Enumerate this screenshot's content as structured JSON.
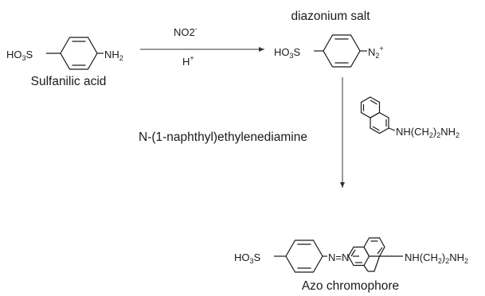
{
  "reaction": {
    "reactant": {
      "name": "Sulfanilic acid",
      "left_group": {
        "main": "HO",
        "sub": "3",
        "tail": "S"
      },
      "right_group": {
        "main": "NH",
        "sub": "2"
      }
    },
    "step1": {
      "reagent_top": "NO2",
      "reagent_top_charge": "-",
      "reagent_bottom": "H",
      "reagent_bottom_charge": "+"
    },
    "intermediate": {
      "name": "diazonium salt",
      "left_group": {
        "main": "HO",
        "sub": "3",
        "tail": "S"
      },
      "right_group": {
        "main": "N",
        "sub": "2",
        "charge": "+"
      }
    },
    "step2": {
      "reagent_name": "N-(1-naphthyl)ethylenediamine",
      "reagent_group": {
        "main": "NH(CH",
        "sub": "2",
        "mid": ")",
        "sub2": "2",
        "tail": "NH",
        "sub3": "2"
      }
    },
    "product": {
      "name": "Azo chromophore",
      "left_group": {
        "main": "HO",
        "sub": "3",
        "tail": "S"
      },
      "azo": "N=N",
      "right_group": {
        "main": "NH(CH",
        "sub": "2",
        "mid": ")",
        "sub2": "2",
        "tail": "NH",
        "sub3": "2"
      }
    }
  },
  "colors": {
    "ink": "#1a1a1a",
    "arrow": "#333333",
    "background": "#ffffff"
  }
}
